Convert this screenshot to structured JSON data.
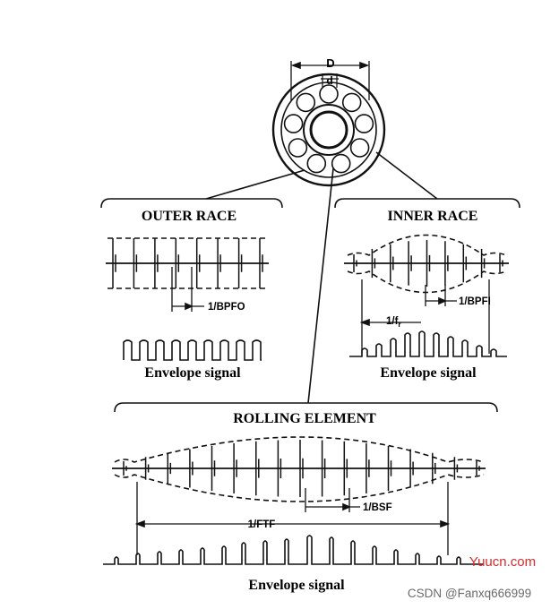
{
  "bearing": {
    "outer_label": "D",
    "inner_label": "d"
  },
  "outer_race": {
    "title": "OUTER RACE",
    "period_label": "1/BPFO",
    "envelope_label": "Envelope signal"
  },
  "inner_race": {
    "title": "INNER RACE",
    "period_label": "1/BPFI",
    "shaft_label": "1/f",
    "shaft_subscript": "r",
    "envelope_label": "Envelope signal"
  },
  "rolling_element": {
    "title": "ROLLING ELEMENT",
    "period_label": "1/BSF",
    "cage_label": "1/FTF",
    "envelope_label": "Envelope signal"
  },
  "watermarks": {
    "site": "Yuucn.com",
    "author": "CSDN @Fanxq666999"
  },
  "colors": {
    "ink": "#111111",
    "watermark_red": "#d92b2b",
    "watermark_gray": "#6a6a6a"
  }
}
